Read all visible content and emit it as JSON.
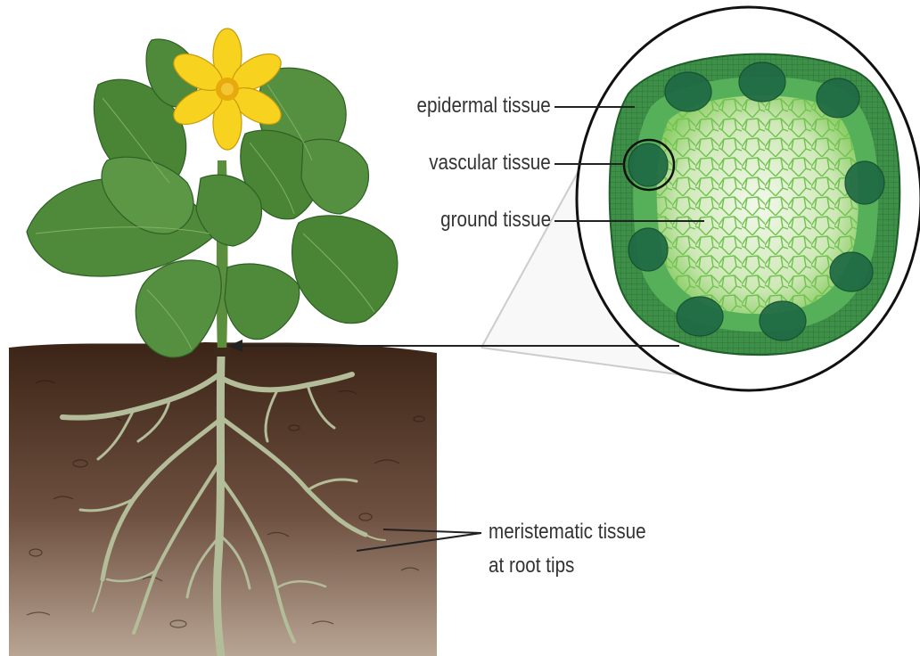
{
  "labels": {
    "epidermal": "epidermal tissue",
    "vascular": "vascular tissue",
    "ground": "ground tissue",
    "meristematic_line1": "meristematic tissue",
    "meristematic_line2": "at root tips"
  },
  "colors": {
    "soil_top": "#3b2416",
    "soil_bottom": "#b49c88",
    "root": "#b3bd9a",
    "leaf": "#4f8a3a",
    "leaf_dark": "#2f5f25",
    "flower": "#f7d21e",
    "flower_center": "#e8a90c",
    "stem_section_outer": "#2f7a3b",
    "stem_section_inner": "#dff0cf",
    "vascular_bundle": "#1f6a44",
    "leader_line": "#222222"
  }
}
